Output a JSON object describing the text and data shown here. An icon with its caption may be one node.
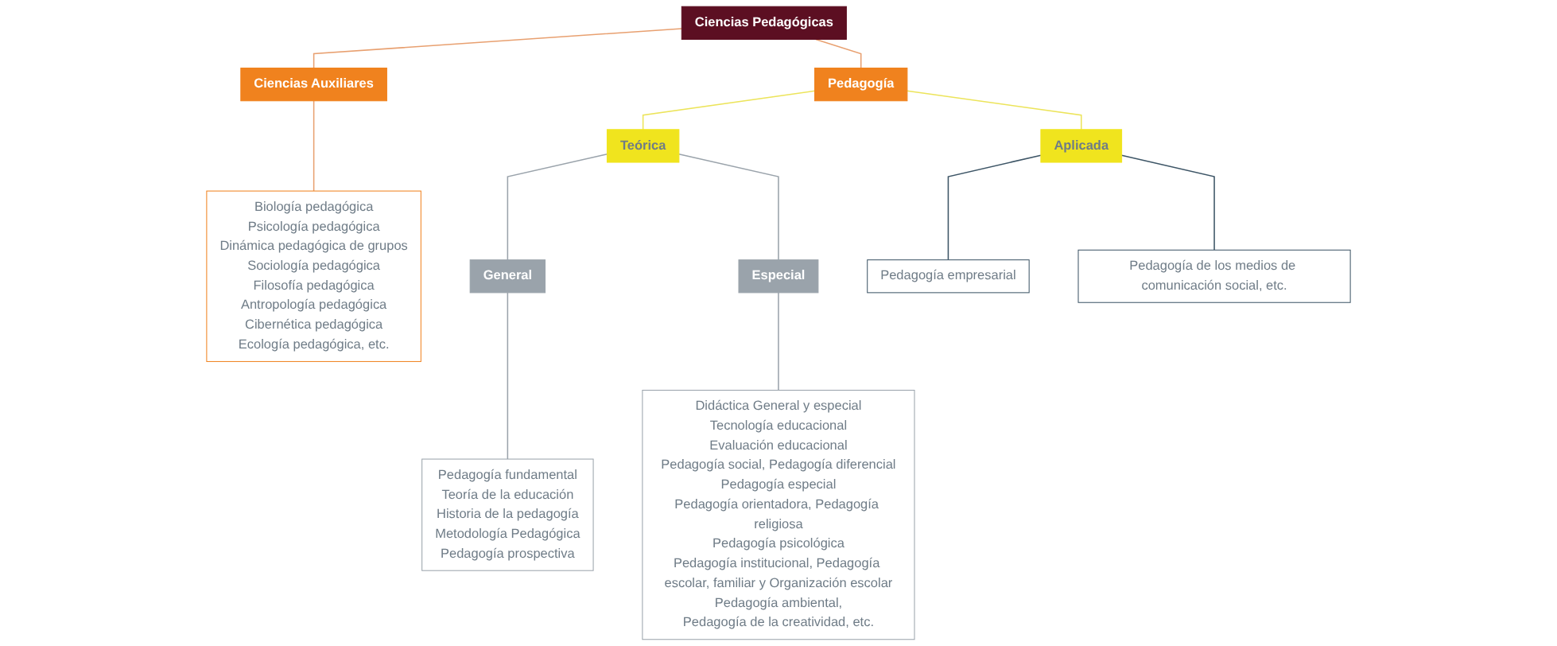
{
  "diagram": {
    "nodes": [
      {
        "text": [
          "Ciencias Pedagógicas"
        ]
      },
      {
        "text": [
          "Ciencias Auxiliares"
        ]
      },
      {
        "text": [
          "Pedagogía"
        ]
      },
      {
        "text": [
          "Biología pedagógica",
          "Psicología pedagógica",
          "Dinámica pedagógica de grupos",
          "Sociología pedagógica",
          "Filosofía pedagógica",
          "Antropología pedagógica",
          "Cibernética pedagógica",
          "Ecología pedagógica, etc."
        ]
      },
      {
        "text": [
          "Teórica"
        ]
      },
      {
        "text": [
          "Aplicada"
        ]
      },
      {
        "text": [
          "General"
        ]
      },
      {
        "text": [
          "Especial"
        ]
      },
      {
        "text": [
          "Pedagogía fundamental",
          "Teoría de la educación",
          "Historia de la pedagogía",
          "Metodología Pedagógica",
          "Pedagogía prospectiva"
        ]
      },
      {
        "text": [
          "Didáctica General y especial",
          "Tecnología educacional",
          "Evaluación educacional",
          "Pedagogía social, Pedagogía diferencial",
          "Pedagogía especial",
          "Pedagogía orientadora, Pedagogía religiosa",
          "Pedagogía psicológica",
          "Pedagogía institucional, Pedagogía escolar, familiar y Organización escolar",
          "Pedagogía ambiental,",
          "Pedagogía de la creatividad, etc."
        ]
      },
      {
        "text": [
          "Pedagogía empresarial"
        ]
      },
      {
        "text": [
          "Pedagogía de los medios de comunicación social, etc."
        ]
      }
    ],
    "edges": [
      {
        "from": 0,
        "to": 1,
        "arrow": "none",
        "color": "#e8a070"
      },
      {
        "from": 0,
        "to": 2,
        "arrow": "none",
        "color": "#e8a070"
      },
      {
        "from": 1,
        "to": 3,
        "arrow": "none",
        "color": "#e8a070"
      },
      {
        "from": 2,
        "to": 4,
        "arrow": "none",
        "color": "#ece45a"
      },
      {
        "from": 2,
        "to": 5,
        "arrow": "none",
        "color": "#ece45a"
      },
      {
        "from": 4,
        "to": 6,
        "arrow": "none"
      },
      {
        "from": 4,
        "to": 7,
        "arrow": "none"
      },
      {
        "from": 6,
        "to": 8,
        "arrow": "none"
      },
      {
        "from": 7,
        "to": 9,
        "arrow": "none"
      },
      {
        "from": 5,
        "to": 10,
        "arrow": "none",
        "color": "#3d5566"
      },
      {
        "from": 5,
        "to": 11,
        "arrow": "none",
        "color": "#3d5566"
      }
    ]
  }
}
